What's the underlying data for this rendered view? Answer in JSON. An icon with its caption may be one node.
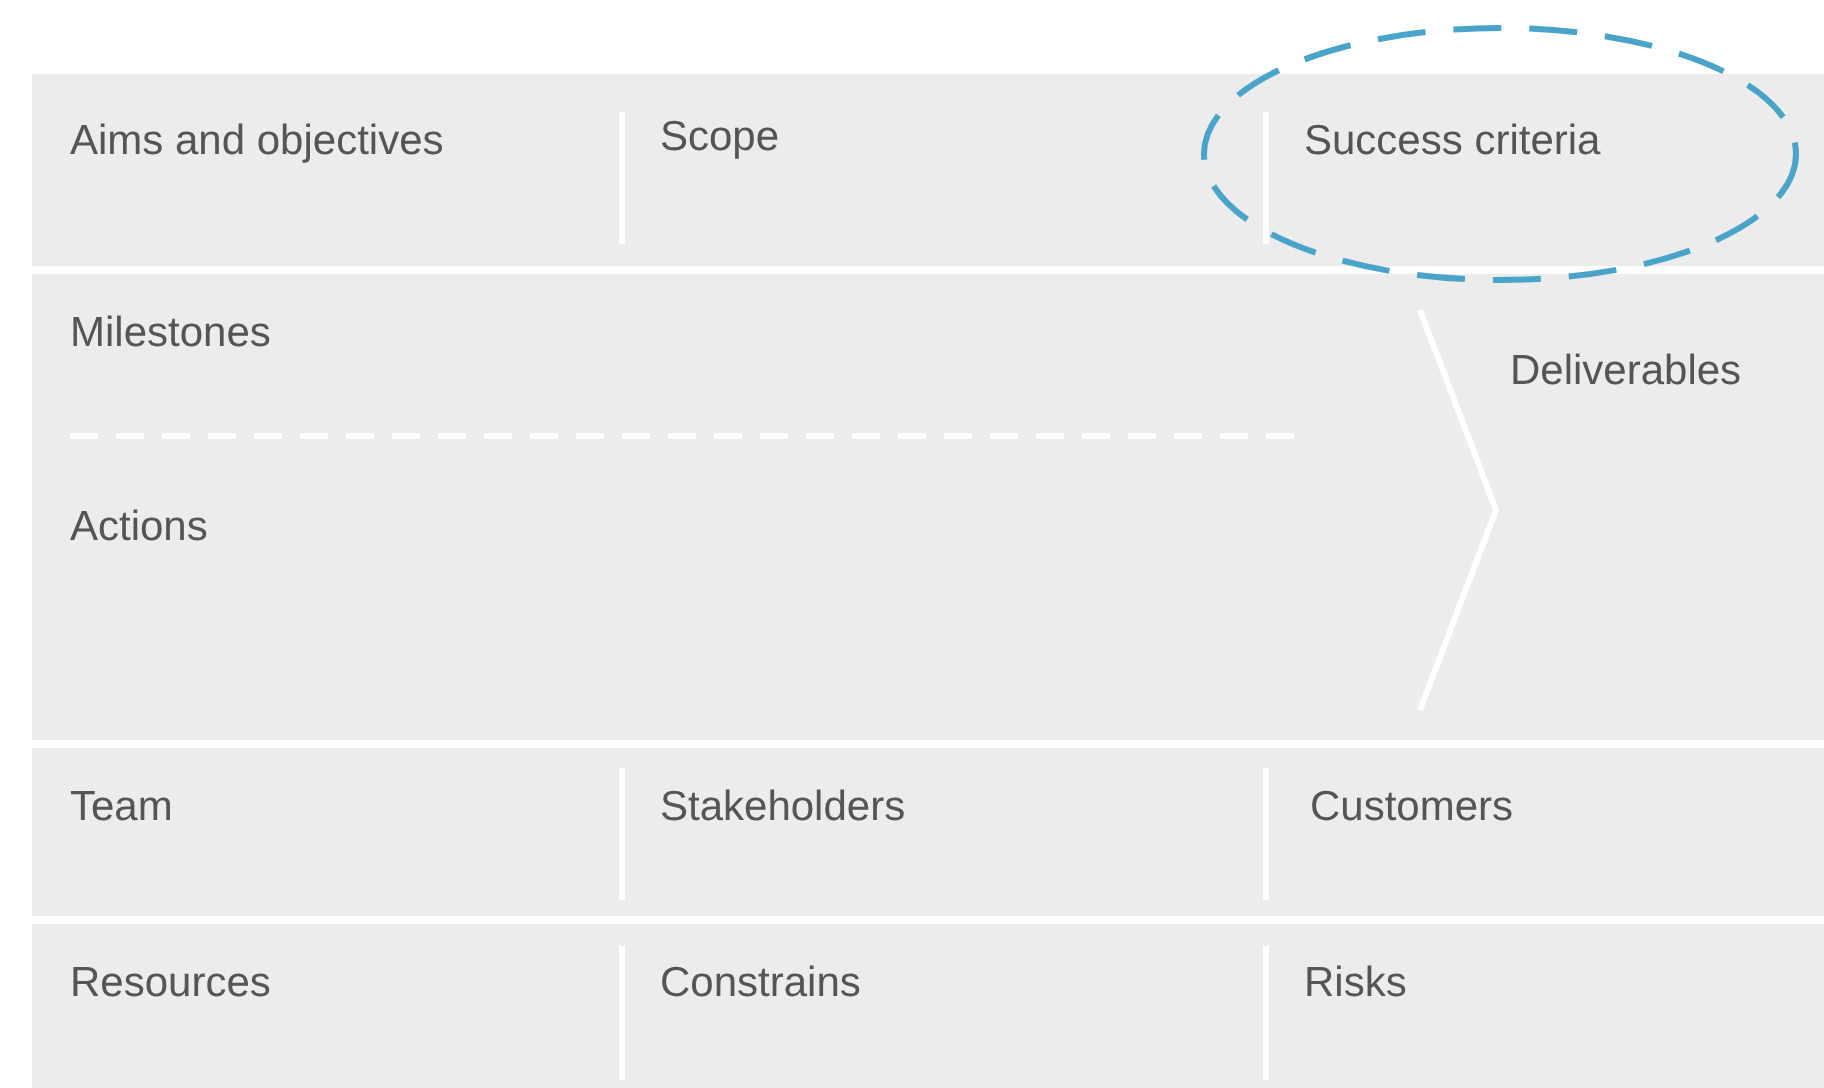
{
  "diagram": {
    "nodes": [
      {
        "text": [
          "Aims and objectives"
        ]
      },
      {
        "text": [
          "Scope"
        ]
      },
      {
        "text": [
          "Success criteria"
        ]
      },
      {
        "text": [
          "Milestones"
        ]
      },
      {
        "text": [
          "Actions"
        ]
      },
      {
        "text": [
          "Deliverables"
        ]
      },
      {
        "text": [
          "Team"
        ]
      },
      {
        "text": [
          "Stakeholders"
        ]
      },
      {
        "text": [
          "Customers"
        ]
      },
      {
        "text": [
          "Resources"
        ]
      },
      {
        "text": [
          "Constrains"
        ]
      },
      {
        "text": [
          "Risks"
        ]
      }
    ],
    "edges": []
  }
}
